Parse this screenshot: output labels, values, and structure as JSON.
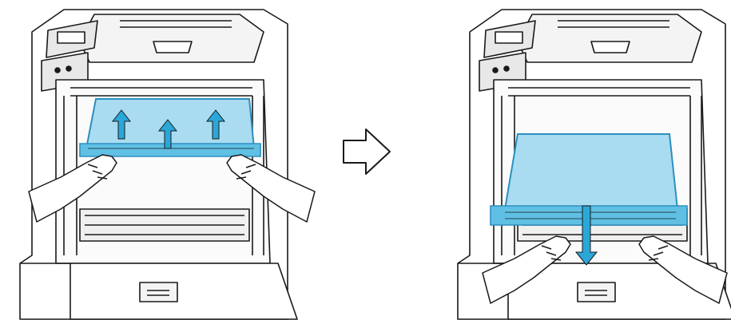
{
  "figure": {
    "panels": [
      {
        "id": "step-1",
        "subject": "printer-open-front",
        "action": "lift-belt-unit-up",
        "arrow_count": 3
      },
      {
        "id": "step-2",
        "subject": "printer-open-front",
        "action": "pull-belt-unit-out",
        "arrow_count": 1
      }
    ],
    "connector": {
      "icon": "right-arrow-outline-icon"
    },
    "colors": {
      "line": "#1a1a1a",
      "belt_fill": "#a9dcf0",
      "belt_edge": "#2b8fbf",
      "arrow_fill": "#2aa7d8",
      "background": "#ffffff"
    }
  }
}
